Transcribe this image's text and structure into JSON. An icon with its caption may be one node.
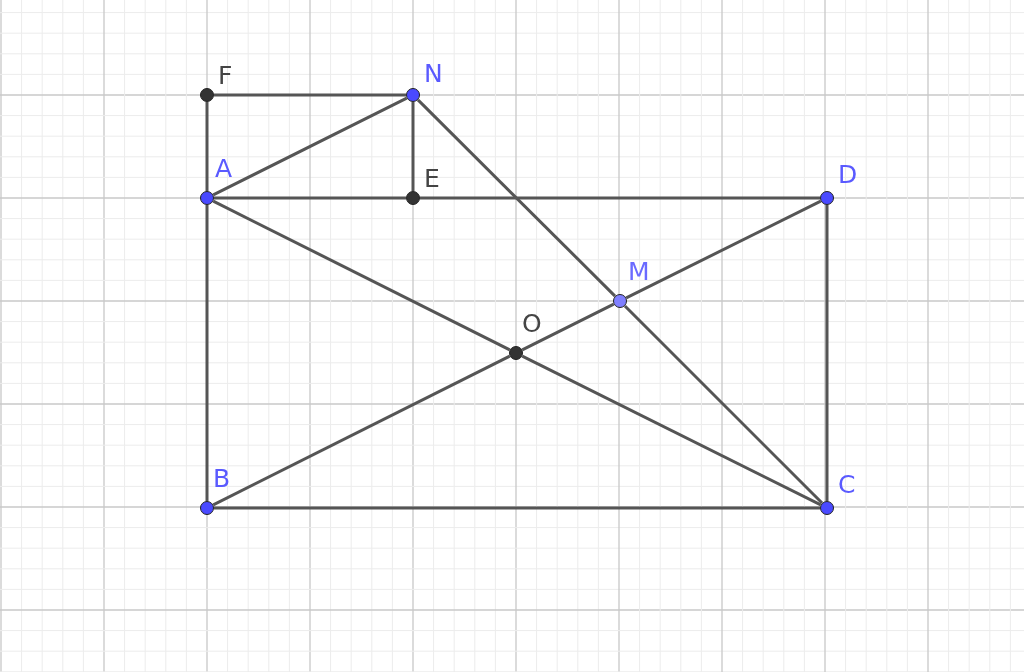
{
  "diagram": {
    "nodes": [
      {
        "text": [
          "F"
        ]
      },
      {
        "text": [
          "N"
        ]
      },
      {
        "text": [
          "A"
        ]
      },
      {
        "text": [
          "E"
        ]
      },
      {
        "text": [
          "D"
        ]
      },
      {
        "text": [
          "M"
        ]
      },
      {
        "text": [
          "O"
        ]
      },
      {
        "text": [
          "B"
        ]
      },
      {
        "text": [
          "C"
        ]
      }
    ],
    "edges": [
      {
        "from": 0,
        "to": 1,
        "arrow": "none"
      },
      {
        "from": 0,
        "to": 2,
        "arrow": "none"
      },
      {
        "from": 2,
        "to": 1,
        "arrow": "none"
      },
      {
        "from": 1,
        "to": 3,
        "arrow": "none"
      },
      {
        "from": 1,
        "to": 5,
        "arrow": "none"
      },
      {
        "from": 5,
        "to": 8,
        "arrow": "none"
      },
      {
        "from": 2,
        "to": 3,
        "arrow": "none"
      },
      {
        "from": 3,
        "to": 4,
        "arrow": "none"
      },
      {
        "from": 2,
        "to": 6,
        "arrow": "none"
      },
      {
        "from": 6,
        "to": 8,
        "arrow": "none"
      },
      {
        "from": 7,
        "to": 6,
        "arrow": "none"
      },
      {
        "from": 6,
        "to": 5,
        "arrow": "none"
      },
      {
        "from": 5,
        "to": 4,
        "arrow": "none"
      },
      {
        "from": 2,
        "to": 7,
        "arrow": "none"
      },
      {
        "from": 7,
        "to": 8,
        "arrow": "none"
      },
      {
        "from": 4,
        "to": 8,
        "arrow": "none"
      }
    ]
  }
}
